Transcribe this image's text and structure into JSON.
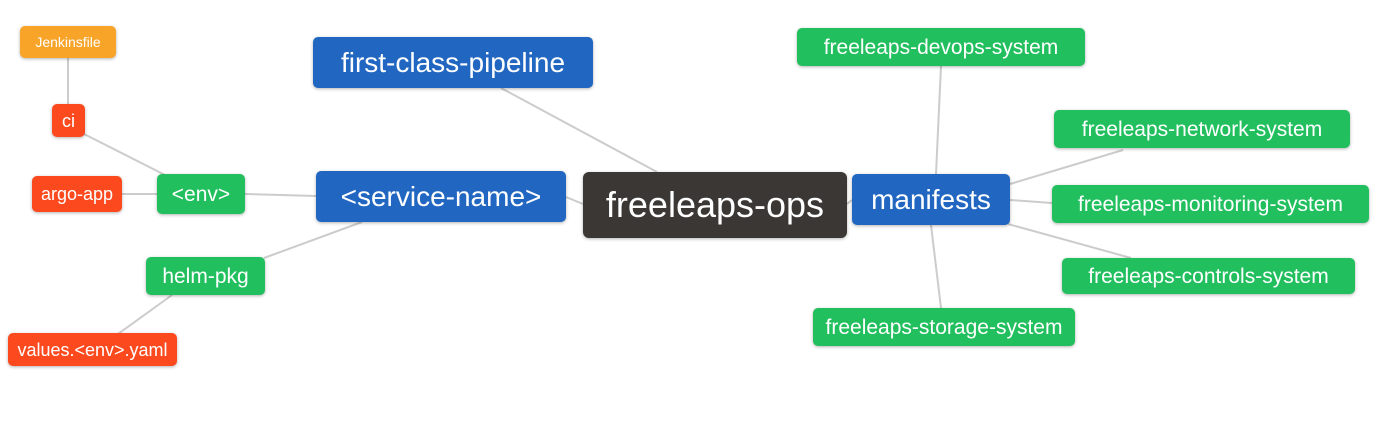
{
  "palette": {
    "root": "#3b3734",
    "branch": "#2167c1",
    "leaf": "#22bf5e",
    "sub": "#fc4a1e",
    "deep": "#f7a428",
    "edge": "#cccccc",
    "text": "#ffffff",
    "background": "#ffffff"
  },
  "nodes": {
    "root": {
      "label": "freeleaps-ops"
    },
    "first_class_pipeline": {
      "label": "first-class-pipeline"
    },
    "service_name": {
      "label": "<service-name>"
    },
    "manifests": {
      "label": "manifests"
    },
    "env": {
      "label": "<env>"
    },
    "helm_pkg": {
      "label": "helm-pkg"
    },
    "ci": {
      "label": "ci"
    },
    "argo_app": {
      "label": "argo-app"
    },
    "jenkinsfile": {
      "label": "Jenkinsfile"
    },
    "values_env_yaml": {
      "label": "values.<env>.yaml"
    },
    "devops_system": {
      "label": "freeleaps-devops-system"
    },
    "network_system": {
      "label": "freeleaps-network-system"
    },
    "monitoring_system": {
      "label": "freeleaps-monitoring-system"
    },
    "controls_system": {
      "label": "freeleaps-controls-system"
    },
    "storage_system": {
      "label": "freeleaps-storage-system"
    }
  },
  "edges": [
    {
      "from": "jenkinsfile",
      "to": "ci"
    },
    {
      "from": "ci",
      "to": "env"
    },
    {
      "from": "argo_app",
      "to": "env"
    },
    {
      "from": "env",
      "to": "service_name"
    },
    {
      "from": "helm_pkg",
      "to": "service_name"
    },
    {
      "from": "helm_pkg",
      "to": "values_env_yaml"
    },
    {
      "from": "first_class_pipeline",
      "to": "root"
    },
    {
      "from": "service_name",
      "to": "root"
    },
    {
      "from": "root",
      "to": "manifests"
    },
    {
      "from": "manifests",
      "to": "devops_system"
    },
    {
      "from": "manifests",
      "to": "network_system"
    },
    {
      "from": "manifests",
      "to": "monitoring_system"
    },
    {
      "from": "manifests",
      "to": "controls_system"
    },
    {
      "from": "manifests",
      "to": "storage_system"
    }
  ]
}
